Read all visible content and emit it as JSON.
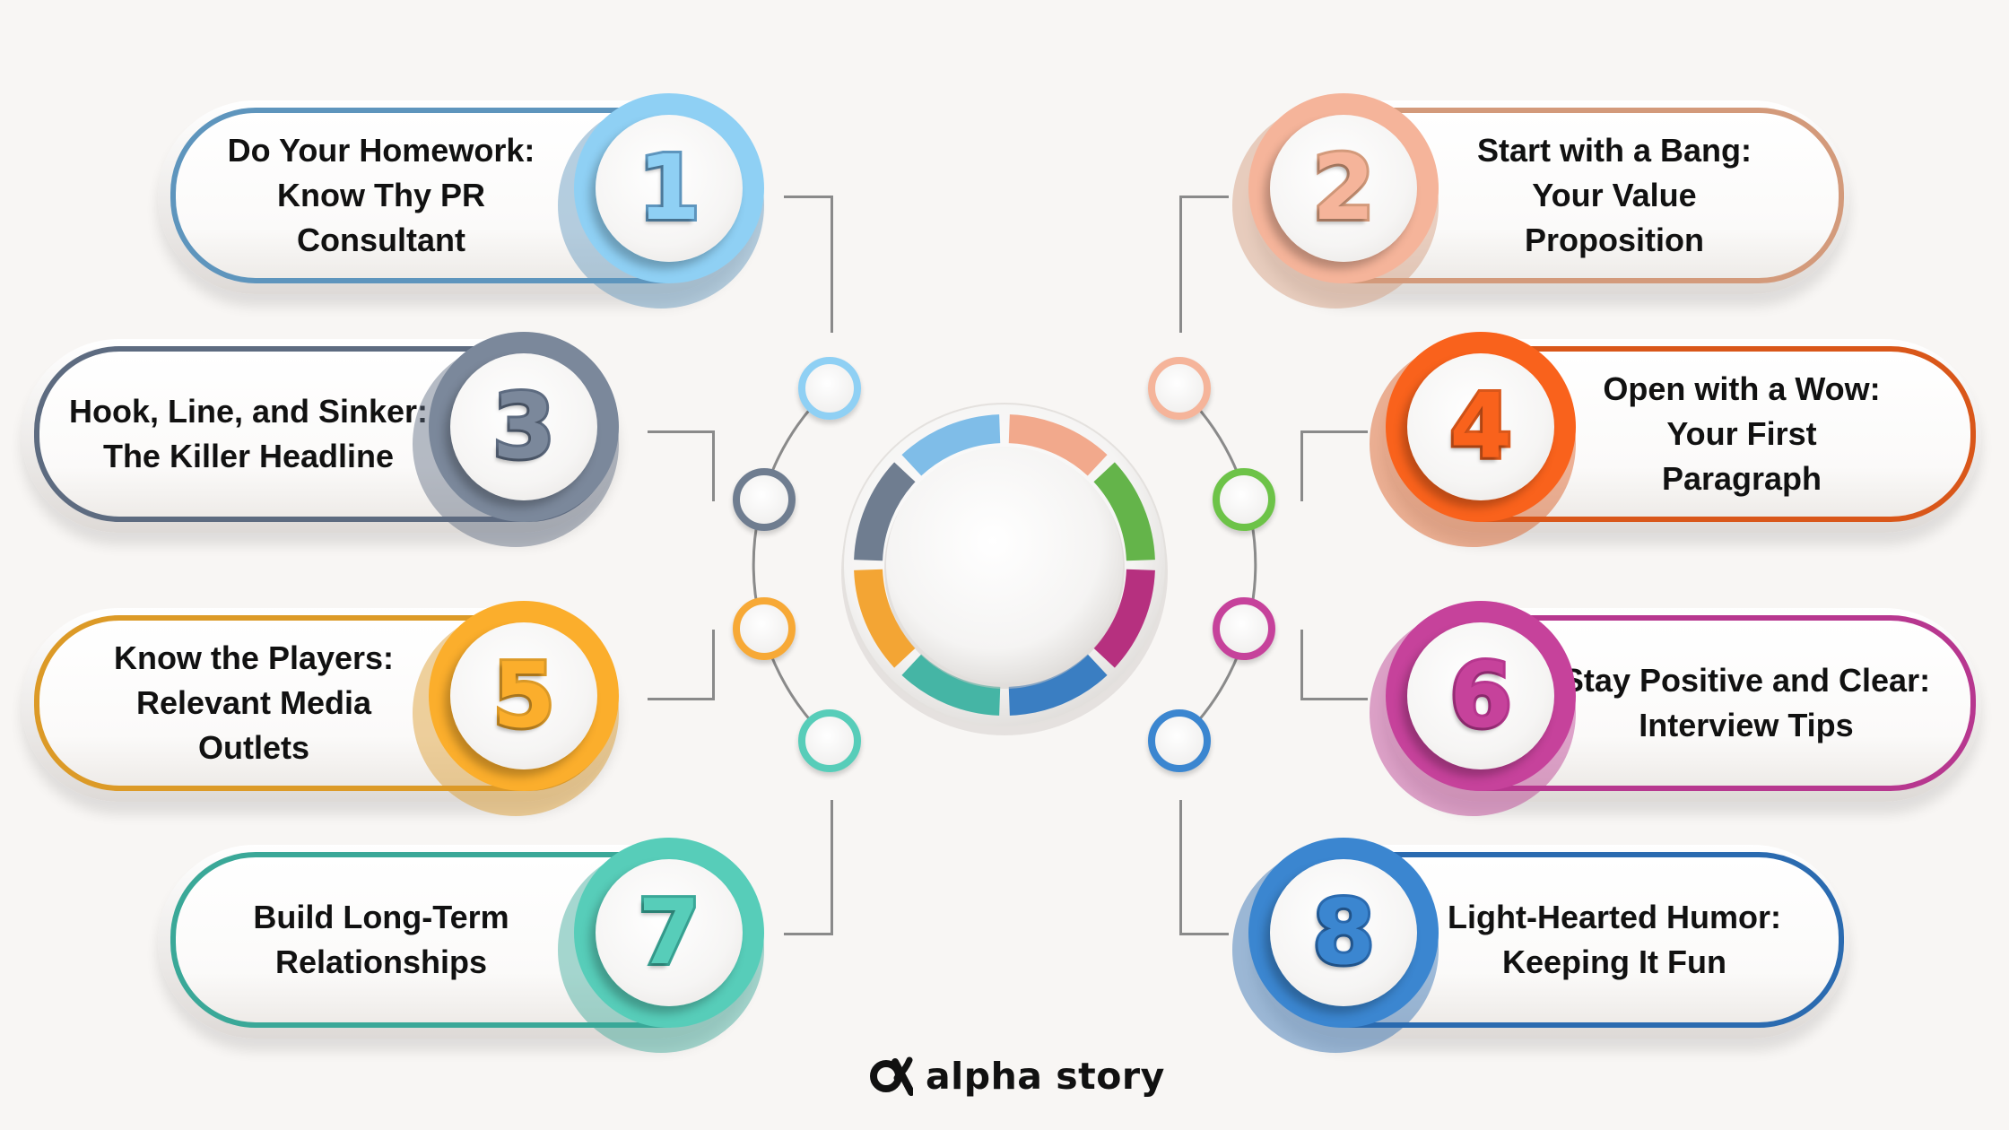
{
  "steps": [
    {
      "number": "1",
      "lines": [
        "Do Your Homework:",
        "Know Thy PR",
        "Consultant"
      ],
      "color": "#5e95bd",
      "badge_color": "#8fd0f4"
    },
    {
      "number": "2",
      "lines": [
        "Start with a Bang:",
        "Your Value",
        "Proposition"
      ],
      "color": "#d39a7b",
      "badge_color": "#f5b49a"
    },
    {
      "number": "3",
      "lines": [
        "Hook, Line, and Sinker:",
        "The Killer Headline"
      ],
      "color": "#5d6b80",
      "badge_color": "#7b889b"
    },
    {
      "number": "4",
      "lines": [
        "Open with a Wow:",
        "Your First",
        "Paragraph"
      ],
      "color": "#d9571a",
      "badge_color": "#f9621c"
    },
    {
      "number": "5",
      "lines": [
        "Know the Players:",
        "Relevant Media",
        "Outlets"
      ],
      "color": "#dc9a27",
      "badge_color": "#fbae2c"
    },
    {
      "number": "6",
      "lines": [
        "Stay Positive and Clear:",
        "Interview Tips"
      ],
      "color": "#b7378f",
      "badge_color": "#c6429b"
    },
    {
      "number": "7",
      "lines": [
        "Build Long-Term",
        "Relationships"
      ],
      "color": "#3aa898",
      "badge_color": "#57cdb9"
    },
    {
      "number": "8",
      "lines": [
        "Light-Hearted Humor:",
        "Keeping It Fun"
      ],
      "color": "#2b6bb0",
      "badge_color": "#3b86d0"
    }
  ],
  "center_ring_colors": [
    "#f2a98c",
    "#64b44a",
    "#b6307f",
    "#3a7ec2",
    "#45b5a5",
    "#f3a534",
    "#6f7d90",
    "#7fbde8"
  ],
  "node_colors": [
    "#8fd0f4",
    "#f5b49a",
    "#6f7d90",
    "#6dc348",
    "#f7a936",
    "#c6429b",
    "#57cdb9",
    "#3b86d0"
  ],
  "brand": {
    "name": "alpha story",
    "icon": "alpha-logo-icon"
  }
}
